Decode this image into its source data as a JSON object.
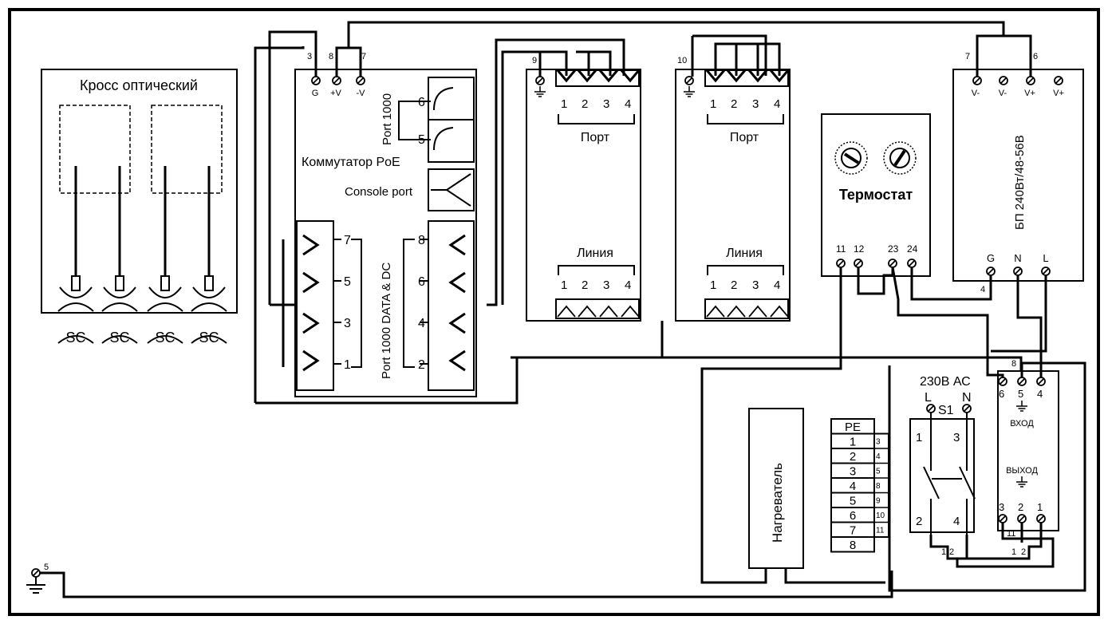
{
  "colors": {
    "line": "#000000",
    "background": "#ffffff"
  },
  "optical_cross": {
    "title": "Кросс оптический",
    "connectors": [
      "SC",
      "SC",
      "SC",
      "SC"
    ]
  },
  "poe_switch": {
    "title": "Коммутатор PoE",
    "power_wire_numbers": [
      "3",
      "8",
      "7"
    ],
    "power_terminals": [
      "G",
      "+V",
      "-V"
    ],
    "port1000_label": "Port 1000",
    "port1000_numbers": [
      "6",
      "5"
    ],
    "console_label": "Console port",
    "port_data_dc_label": "Port 1000 DATA & DC",
    "left_port_numbers": [
      "7",
      "5",
      "3",
      "1"
    ],
    "right_port_numbers": [
      "8",
      "6",
      "4",
      "2"
    ]
  },
  "surge_protectors": [
    {
      "wire_number": "9",
      "ports": [
        "1",
        "2",
        "3",
        "4"
      ],
      "port_label": "Порт",
      "line_label": "Линия",
      "line_numbers": [
        "1",
        "2",
        "3",
        "4"
      ]
    },
    {
      "wire_number": "10",
      "ports": [
        "1",
        "2",
        "3",
        "4"
      ],
      "port_label": "Порт",
      "line_label": "Линия",
      "line_numbers": [
        "1",
        "2",
        "3",
        "4"
      ]
    }
  ],
  "thermostat": {
    "title": "Термостат",
    "terminals": [
      "11",
      "12",
      "23",
      "24"
    ]
  },
  "psu": {
    "title": "БП 240Вт/48-56В",
    "top_wire_numbers": [
      "7",
      "6"
    ],
    "top_terminals": [
      "V-",
      "V-",
      "V+",
      "V+"
    ],
    "bottom_terminals": [
      "G",
      "N",
      "L"
    ],
    "bottom_wire_number": "4"
  },
  "heater": {
    "title": "Нагреватель"
  },
  "terminal_block": {
    "header": "PE",
    "terminals": [
      "1",
      "2",
      "3",
      "4",
      "5",
      "6",
      "7",
      "8"
    ],
    "wire_numbers": [
      "3",
      "4",
      "5",
      "8",
      "9",
      "10",
      "11"
    ]
  },
  "breaker": {
    "voltage_label": "230В АС",
    "name": "S1",
    "top_left": "L",
    "top_right": "N",
    "contact_top_left": "1",
    "contact_top_right": "3",
    "contact_bottom_left": "2",
    "contact_bottom_right": "4",
    "wire_numbers": [
      "1",
      "2"
    ]
  },
  "filter": {
    "wire_number_top": "8",
    "input_terminals": [
      "6",
      "5",
      "4"
    ],
    "input_label": "ВХОД",
    "output_label": "ВЫХОД",
    "output_terminals": [
      "3",
      "2",
      "1"
    ],
    "wire_number_bottom": "11",
    "wire_numbers": [
      "1",
      "2"
    ]
  },
  "ground": {
    "wire_number": "5"
  }
}
